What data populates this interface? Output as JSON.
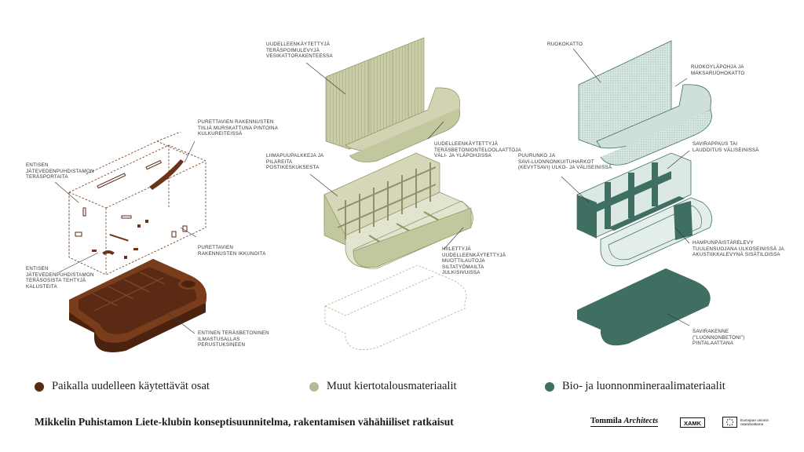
{
  "labels": {
    "p1_a": "Purettavien rakennusten\ntiiliä murskattuna pintoina\nkulkureiteissä",
    "p1_b": "Entisen\njätevedenpuhdistamon\nteräsportaita",
    "p1_c": "Purettavien\nrakennusten ikkunoita",
    "p1_d": "Entisen\njätevedenpuhdistamon\nteräsosista tehtyjä\nkalusteita",
    "p1_e": "Entinen teräsbetoninen\nilmastusallas\nperustuksineen",
    "p2_a": "Uudelleenkäytettyjä\nteräspoimulevyjä\nvesikattorakenteessa",
    "p2_b": "Uudelleenkäytettyjä\nteräsbetonionteloolaattoja\nväli- ja yläpohjissa",
    "p2_c": "Liimapuupalkkeja ja\npilareita\npostikeskuksesta",
    "p2_d": "Hiilettyjä\nuudelleenkäytettyjä\nmuottilautoja\nsiltatyömailta\njulkisivuissa",
    "p3_a": "Ruokokatto",
    "p3_b": "Ruokoyläpohja ja\nmaksaruohokatto",
    "p3_c": "Savirappaus tai\nlaudoitus väliseinissä",
    "p3_d": "Puurunko ja\nsavi-luonnonkuituharkot\n(kevytsavi) ulko- ja väliseinissä",
    "p3_e": "Hampunpäistärelevy\ntuulensuojana ulkoseinissä ja\nakustiikkalevynä sisätiloissa",
    "p3_f": "Savirakenne\n(\"luonnonbetoni\")\npintalaattana"
  },
  "legend": [
    {
      "label": "Paikalla uudelleen käytettävät osat",
      "color": "#5a2a14"
    },
    {
      "label": "Muut kiertotalousmateriaalit",
      "color": "#b3bb95"
    },
    {
      "label": "Bio- ja luonnonmineraalimateriaalit",
      "color": "#3f6f62"
    }
  ],
  "colors": {
    "brown": "#6b3418",
    "brown_dark": "#4a220d",
    "olive": "#c3c79e",
    "olive_line": "#8d9366",
    "teal": "#3f6f62",
    "teal_light": "#d7e6e1",
    "dash_brown": "#7a4a2a",
    "dash_olive": "#b7ad86"
  },
  "footer": {
    "title": "Mikkelin Puhistamon Liete-klubin konseptisuunnitelma, rakentamisen vähähiiliset ratkaisut",
    "logo_tommila_a": "Tommila ",
    "logo_tommila_b": "Architects",
    "logo_xamk": "XAMK",
    "logo_eu": "Euroopan unionin\nosarahoittama"
  }
}
